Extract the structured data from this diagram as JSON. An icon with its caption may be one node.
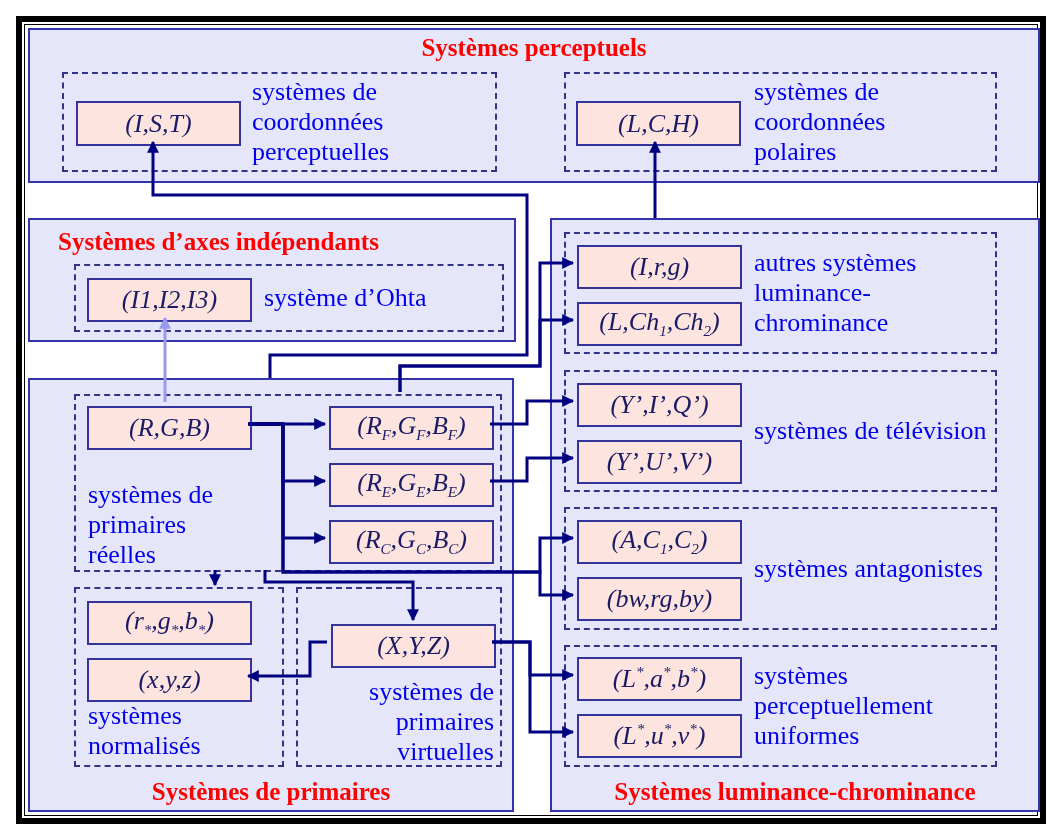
{
  "diagram": {
    "nodes": [
      {
        "text": [
          "Systèmes perceptuels"
        ]
      },
      {
        "text": [
          "systèmes de coordonnées perceptuelles"
        ],
        "in": 0
      },
      {
        "text": [
          "(I,S,T)"
        ],
        "in": 1
      },
      {
        "text": [
          "systèmes de coordonnées polaires"
        ],
        "in": 0
      },
      {
        "text": [
          "(L,C,H)"
        ],
        "in": 3
      },
      {
        "text": [
          "Systèmes d’axes indépendants"
        ]
      },
      {
        "text": [
          "système d’Ohta"
        ],
        "in": 5
      },
      {
        "text": [
          "(I1,I2,I3)"
        ],
        "in": 6
      },
      {
        "text": [
          "Systèmes de primaires"
        ]
      },
      {
        "text": [
          "systèmes de primaires réelles"
        ],
        "in": 8
      },
      {
        "text": [
          "(R,G,B)"
        ],
        "in": 9
      },
      {
        "text": [
          "(R$_{F}$,G$_{F}$,B$_{F}$)"
        ],
        "in": 9
      },
      {
        "text": [
          "(R$_{E}$,G$_{E}$,B$_{E}$)"
        ],
        "in": 9
      },
      {
        "text": [
          "(R$_{C}$,G$_{C}$,B$_{C}$)"
        ],
        "in": 9
      },
      {
        "text": [
          "systèmes normalisés"
        ],
        "in": 8
      },
      {
        "text": [
          "(r$_{*}$,g$_{*}$,b$_{*}$)"
        ],
        "in": 14
      },
      {
        "text": [
          "(x,y,z)"
        ],
        "in": 14
      },
      {
        "text": [
          "systèmes de primaires virtuelles"
        ],
        "in": 8
      },
      {
        "text": [
          "(X,Y,Z)"
        ],
        "in": 17
      },
      {
        "text": [
          "Systèmes luminance-chrominance"
        ]
      },
      {
        "text": [
          "autres systèmes luminance-chrominance"
        ],
        "in": 19
      },
      {
        "text": [
          "(I,r,g)"
        ],
        "in": 20
      },
      {
        "text": [
          "(L,Ch$_{1}$,Ch$_{2}$)"
        ],
        "in": 20
      },
      {
        "text": [
          "systèmes de télévision"
        ],
        "in": 19
      },
      {
        "text": [
          "(Y’,I’,Q’)"
        ],
        "in": 23
      },
      {
        "text": [
          "(Y’,U’,V’)"
        ],
        "in": 23
      },
      {
        "text": [
          "systèmes antagonistes"
        ],
        "in": 19
      },
      {
        "text": [
          "(A,C$_{1}$,C$_{2}$)"
        ],
        "in": 26
      },
      {
        "text": [
          "(bw,rg,by)"
        ],
        "in": 26
      },
      {
        "text": [
          "systèmes perceptuellement uniformes"
        ],
        "in": 19
      },
      {
        "text": [
          "(L$^{*}$,a$^{*}$,b$^{*}$)"
        ],
        "in": 29
      },
      {
        "text": [
          "(L$^{*}$,u$^{*}$,v$^{*}$)"
        ],
        "in": 29
      }
    ],
    "edges": [
      {
        "from": 8,
        "to": 2,
        "arrow": "to"
      },
      {
        "from": 9,
        "to": 21,
        "arrow": "to"
      },
      {
        "from": 9,
        "to": 22,
        "arrow": "to"
      },
      {
        "from": 19,
        "to": 4,
        "arrow": "to"
      },
      {
        "from": 10,
        "to": 7,
        "arrow": "to",
        "color": "#9999ee"
      },
      {
        "from": 10,
        "to": 11,
        "arrow": "to"
      },
      {
        "from": 10,
        "to": 12,
        "arrow": "to"
      },
      {
        "from": 10,
        "to": 13,
        "arrow": "to"
      },
      {
        "from": 10,
        "to": 27,
        "arrow": "to"
      },
      {
        "from": 10,
        "to": 28,
        "arrow": "to"
      },
      {
        "from": 11,
        "to": 24,
        "arrow": "to"
      },
      {
        "from": 12,
        "to": 25,
        "arrow": "to"
      },
      {
        "from": 9,
        "to": 14,
        "arrow": "to"
      },
      {
        "from": 9,
        "to": 18,
        "arrow": "to"
      },
      {
        "from": 18,
        "to": 16,
        "arrow": "to"
      },
      {
        "from": 18,
        "to": 30,
        "arrow": "to"
      },
      {
        "from": 18,
        "to": 31,
        "arrow": "to"
      }
    ]
  }
}
